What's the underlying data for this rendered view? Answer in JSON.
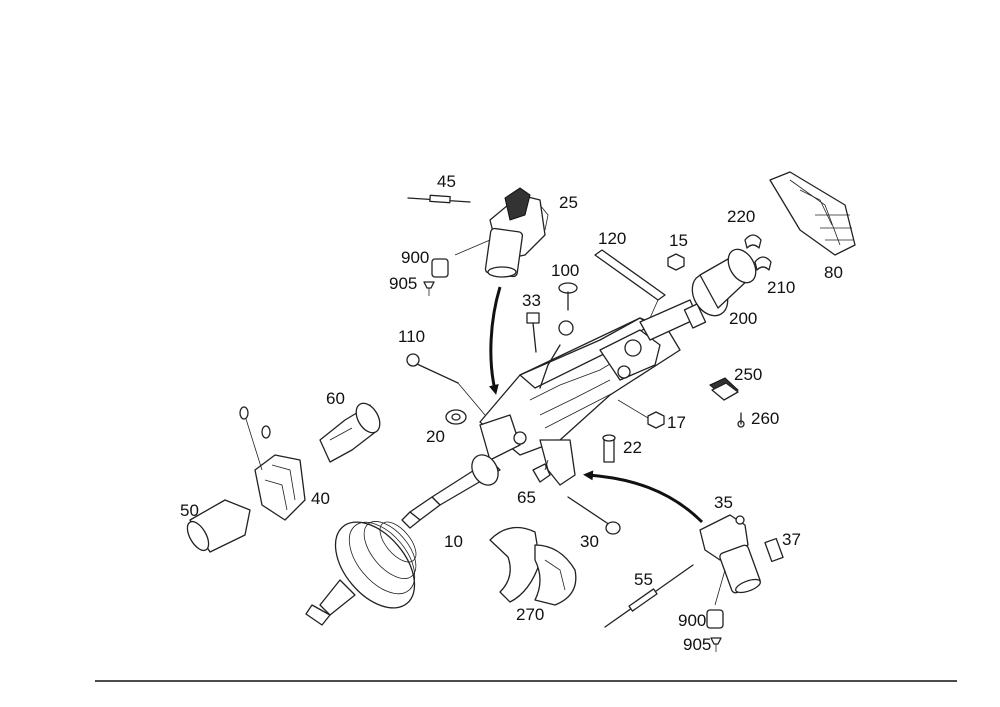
{
  "labels": {
    "p10": "10",
    "p15": "15",
    "p17": "17",
    "p20": "20",
    "p22": "22",
    "p25": "25",
    "p30": "30",
    "p33": "33",
    "p35": "35",
    "p37": "37",
    "p40": "40",
    "p45": "45",
    "p50": "50",
    "p55": "55",
    "p60": "60",
    "p65": "65",
    "p80": "80",
    "p100": "100",
    "p110": "110",
    "p120": "120",
    "p200": "200",
    "p210": "210",
    "p220": "220",
    "p250": "250",
    "p260": "260",
    "p270": "270",
    "p900a": "900",
    "p905a": "905",
    "p900b": "900",
    "p905b": "905"
  }
}
